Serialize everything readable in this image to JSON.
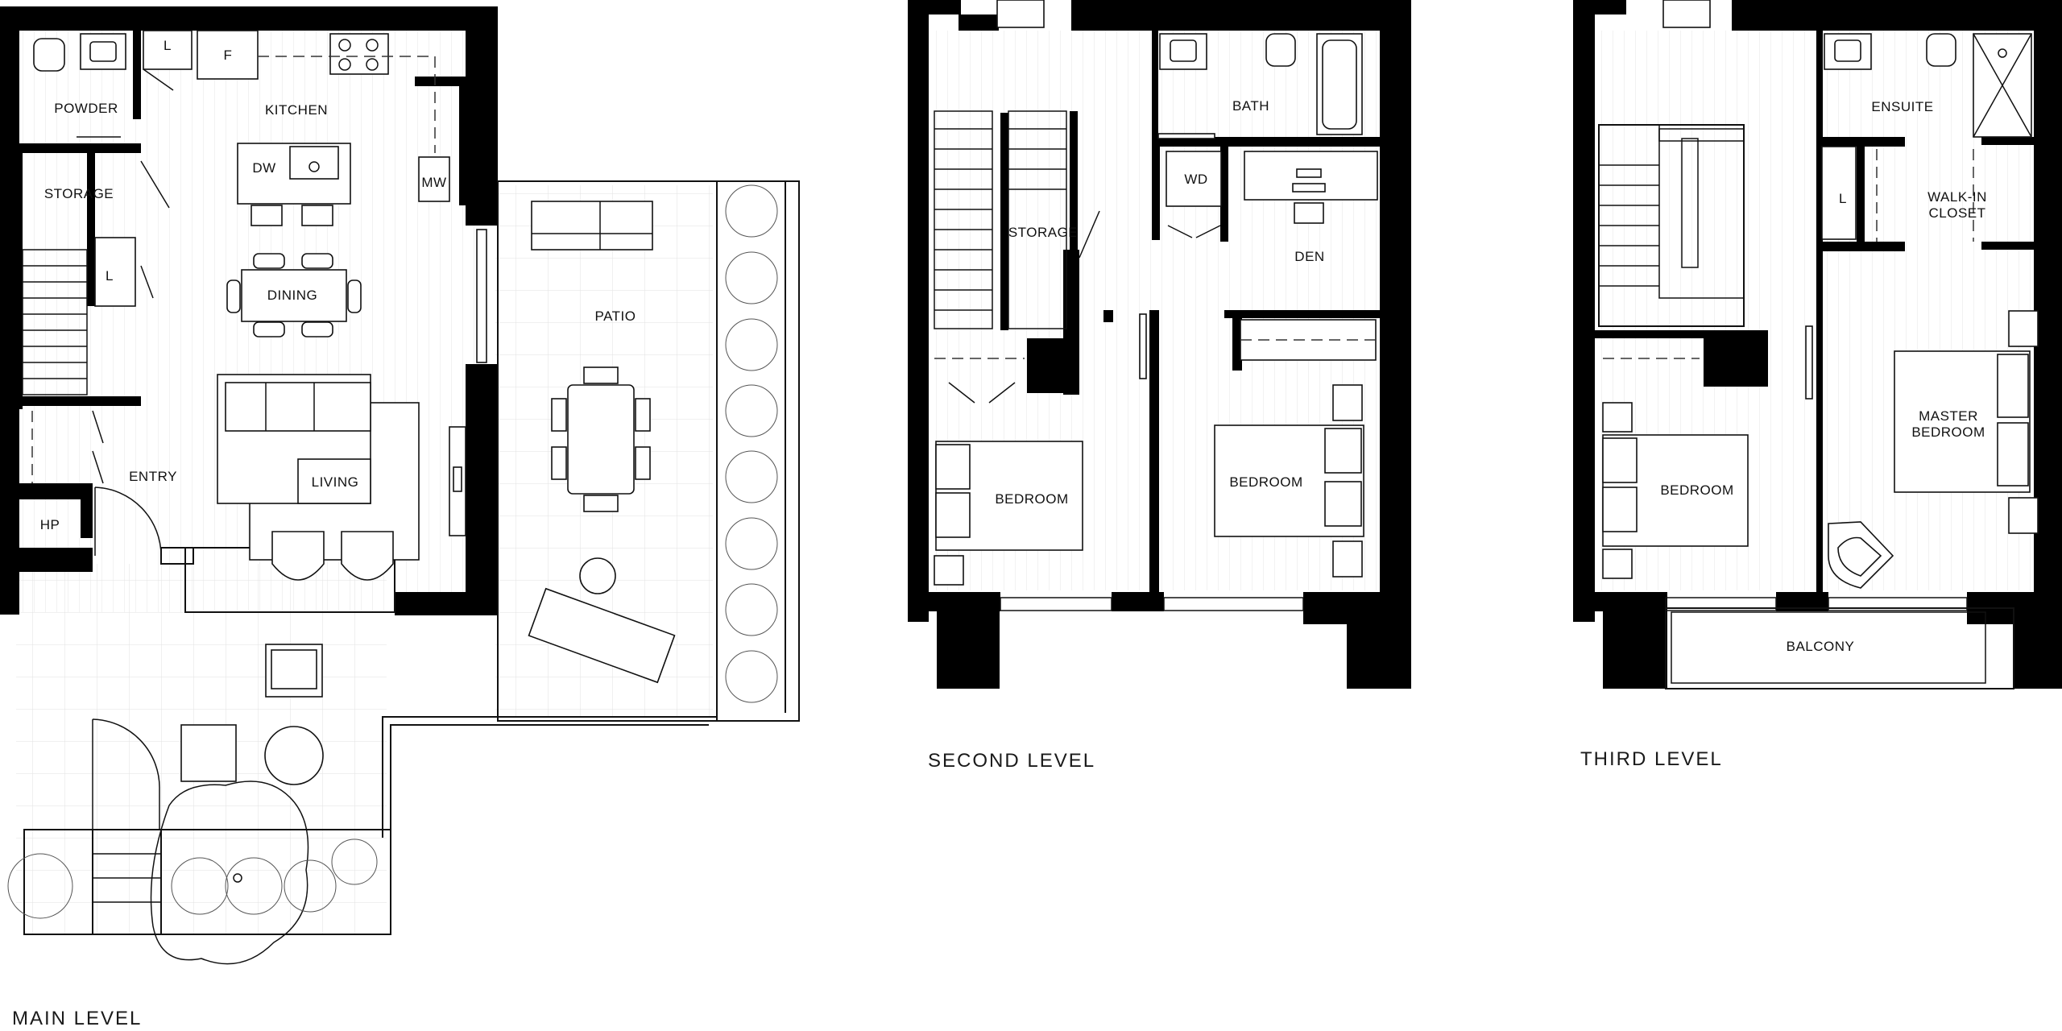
{
  "levels": {
    "main": {
      "title": "MAIN LEVEL",
      "rooms": {
        "powder": "POWDER",
        "kitchen": "KITCHEN",
        "storage": "STORAGE",
        "dining": "DINING",
        "living": "LIVING",
        "entry": "ENTRY",
        "hp": "HP",
        "patio": "PATIO"
      },
      "fixtures": {
        "linen_top": "L",
        "linen_stair": "L",
        "fridge": "F",
        "dishwasher": "DW",
        "microwave": "MW"
      }
    },
    "second": {
      "title": "SECOND LEVEL",
      "rooms": {
        "bath": "BATH",
        "storage": "STORAGE",
        "den": "DEN",
        "bedroom_left": "BEDROOM",
        "bedroom_right": "BEDROOM"
      },
      "fixtures": {
        "washer_dryer": "WD"
      }
    },
    "third": {
      "title": "THIRD LEVEL",
      "rooms": {
        "ensuite": "ENSUITE",
        "walk_in_line1": "WALK-IN",
        "walk_in_line2": "CLOSET",
        "bedroom": "BEDROOM",
        "master_line1": "MASTER",
        "master_line2": "BEDROOM",
        "balcony": "BALCONY"
      },
      "fixtures": {
        "linen": "L"
      }
    }
  },
  "colors": {
    "wall": "#000000",
    "line": "#111111",
    "background": "#ffffff"
  }
}
